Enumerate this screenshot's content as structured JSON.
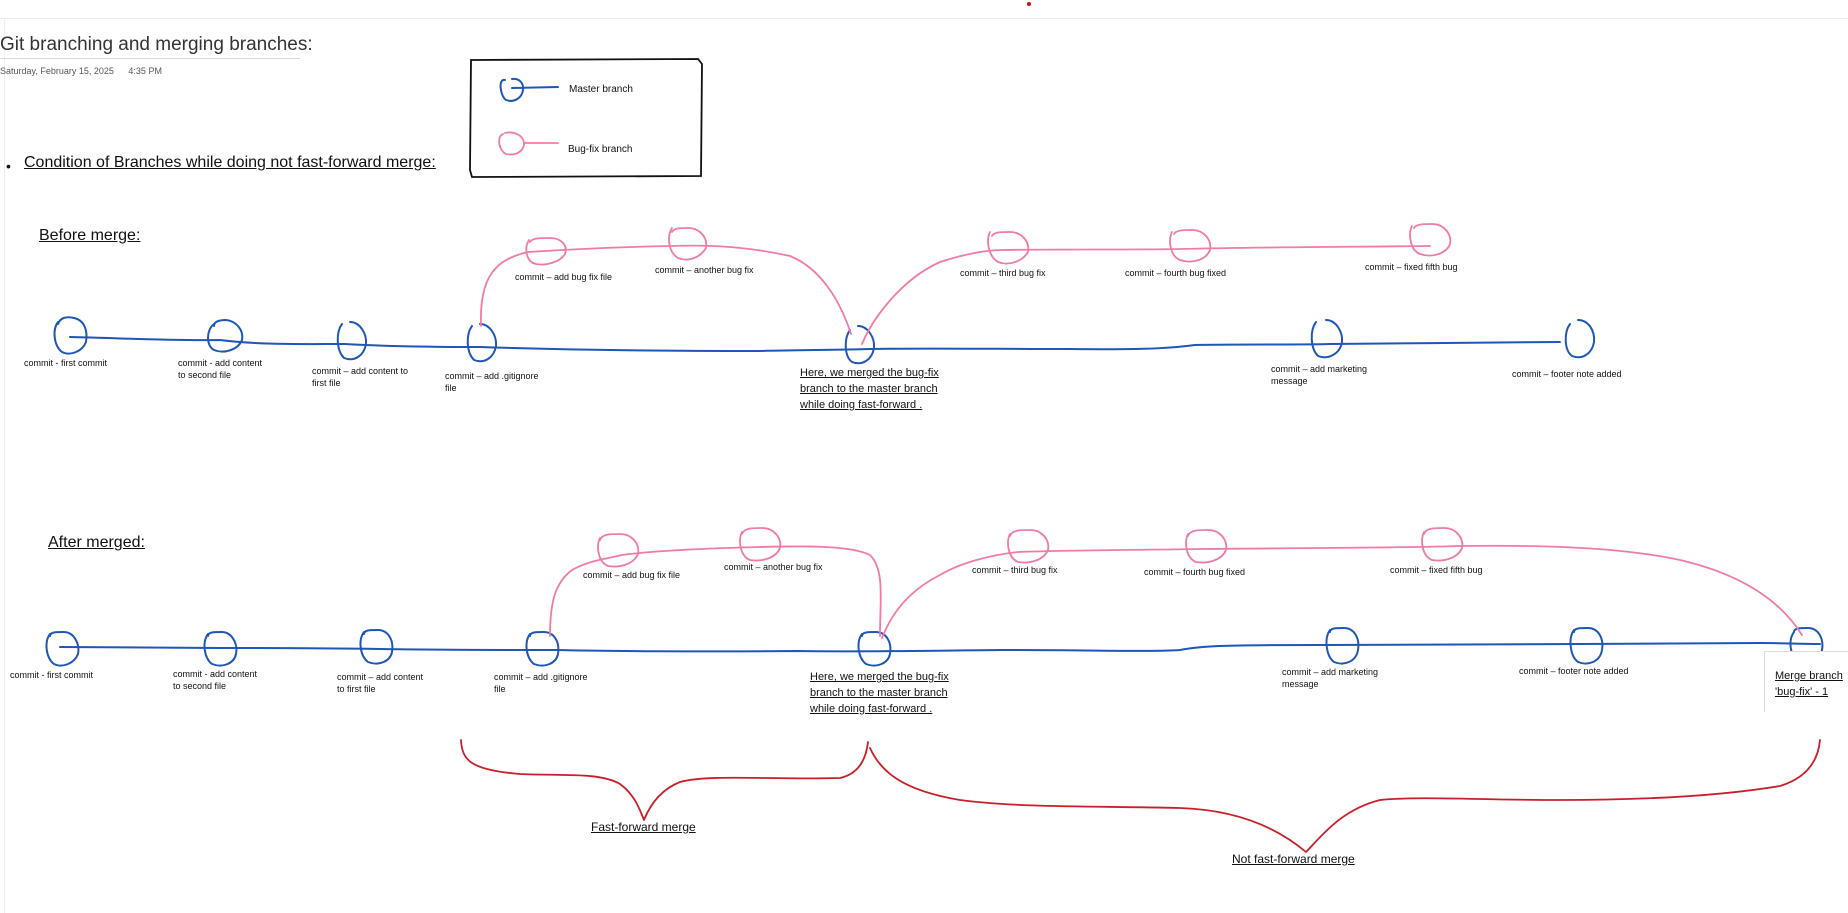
{
  "page": {
    "title": "Git branching and merging branches:",
    "date": "Saturday, February 15, 2025",
    "time": "4:35 PM"
  },
  "legend": {
    "master": "Master branch",
    "bugfix": "Bug-fix branch"
  },
  "section_heading": "Condition of Branches while doing not fast-forward merge:",
  "colors": {
    "master_branch": "#1f56b8",
    "bugfix_branch": "#f07aa8",
    "brace": "#c8202a"
  },
  "before": {
    "heading": "Before merge:",
    "master_commits": [
      "commit - first commit",
      "commit - add content\nto second file",
      "commit – add content to\nfirst file",
      "commit – add .gitignore\nfile",
      "commit – add marketing\nmessage",
      "commit – footer note added"
    ],
    "bugfix_commits": [
      "commit – add bug fix file",
      "commit – another bug fix",
      "commit – third bug fix",
      "commit – fourth bug fixed",
      "commit – fixed fifth bug"
    ],
    "merge_note": "Here, we merged the bug-fix\nbranch to the master branch\nwhile doing fast-forward ."
  },
  "after": {
    "heading": "After merged:",
    "master_commits": [
      "commit - first commit",
      "commit - add content\nto second file",
      "commit – add content\nto first file",
      "commit – add .gitignore\nfile",
      "commit – add marketing\nmessage",
      "commit – footer note added"
    ],
    "bugfix_commits": [
      "commit – add bug fix file",
      "commit – another bug fix",
      "commit – third bug fix",
      "commit – fourth bug fixed",
      "commit – fixed fifth bug"
    ],
    "merge_note": "Here, we merged the bug-fix\nbranch to the master branch\nwhile doing fast-forward .",
    "merge_commit": "Merge branch\n'bug-fix' - 1",
    "fast_forward_label": "Fast-forward merge",
    "not_fast_forward_label": "Not fast-forward merge"
  }
}
